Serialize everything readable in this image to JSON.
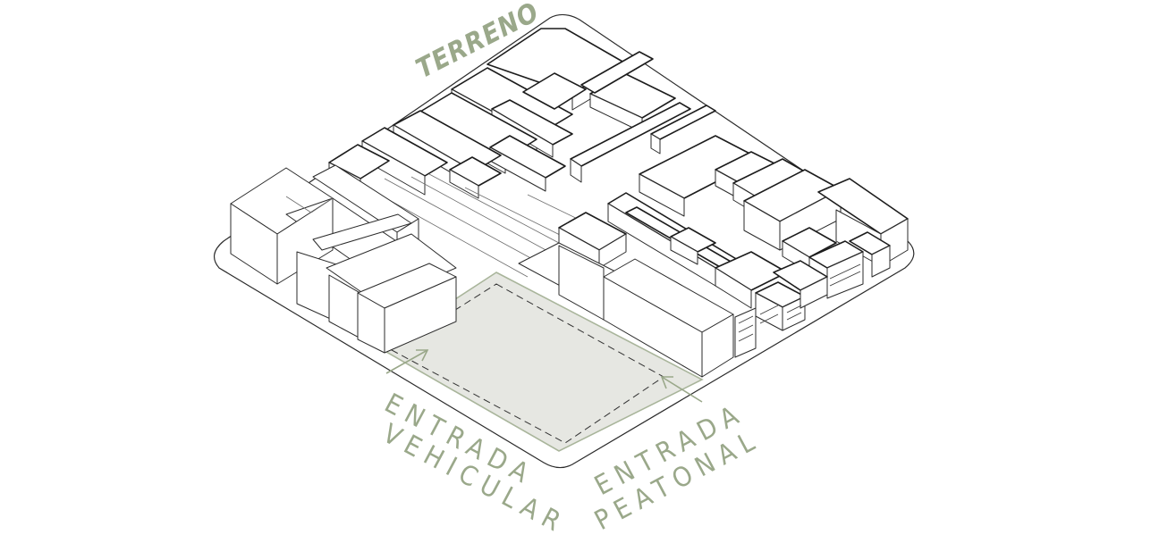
{
  "labels": {
    "title": "TERRENO",
    "vehicular_line1": "ENTRADA",
    "vehicular_line2": "VEHICULAR",
    "pedestrian_line1": "ENTRADA",
    "pedestrian_line2": "PEATONAL"
  },
  "colors": {
    "accent": "#9aa88a",
    "site_fill": "#e6e7e2",
    "site_stroke": "#a9b59b",
    "line": "#2b2b2b",
    "background": "#ffffff"
  },
  "icons": {
    "entry_arrow": "arrow-icon"
  }
}
